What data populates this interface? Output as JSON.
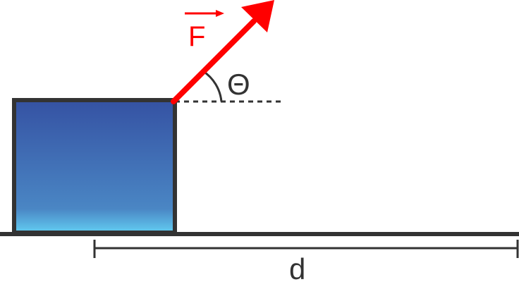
{
  "force_label": "F",
  "angle_label": "Θ",
  "distance_label": "d",
  "colors": {
    "force": "#ff0000",
    "outline": "#333333",
    "block_top": "#3552a3",
    "block_mid": "#4479bd",
    "block_bottom": "#62cdf2",
    "background": "#ffffff"
  }
}
